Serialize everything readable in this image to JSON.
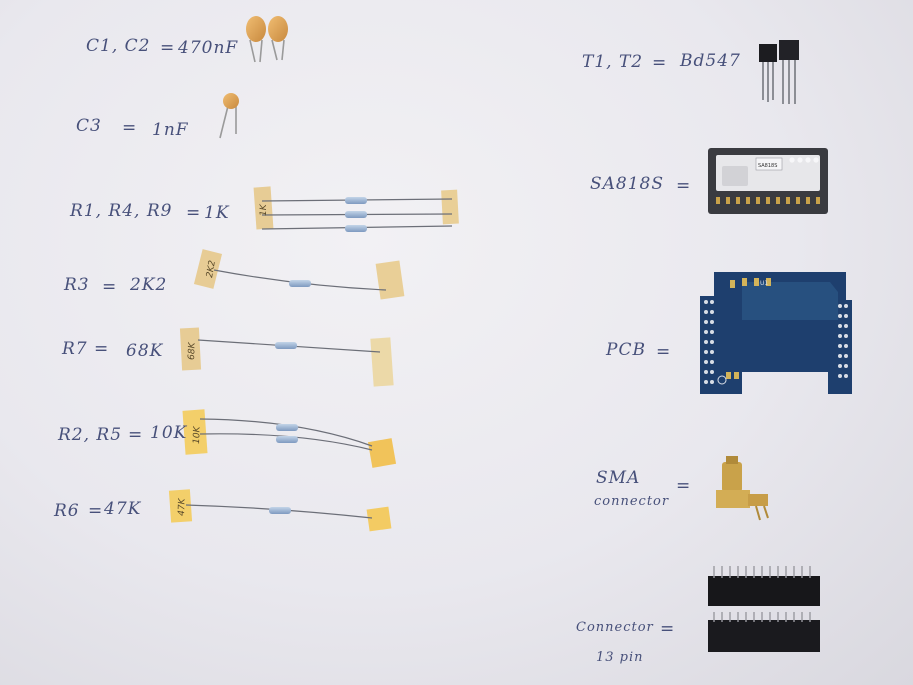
{
  "labels": {
    "c1c2": "C1, C2",
    "c1c2_eq": "=",
    "c1c2_val": "470nF",
    "c3": "C3",
    "c3_eq": "=",
    "c3_val": "1nF",
    "r1r4r9": "R1, R4, R9",
    "r1r4r9_eq": "=",
    "r1r4r9_val": "1K",
    "r3": "R3",
    "r3_eq": "=",
    "r3_val": "2K2",
    "r7": "R7 =",
    "r7_val": "68K",
    "r2r5": "R2, R5",
    "r2r5_eq": "=",
    "r2r5_val": "10K",
    "r6": "R6",
    "r6_eq": "=",
    "r6_val": "47K",
    "t1t2": "T1, T2",
    "t1t2_eq": "=",
    "t1t2_val": "Bd547",
    "sa818s": "SA818S",
    "sa818s_eq": "=",
    "pcb": "PCB",
    "pcb_eq": "=",
    "sma_line1": "SMA",
    "sma_line2": "connector",
    "sma_eq": "=",
    "conn_line1": "Connector",
    "conn_eq": "=",
    "conn_line2": "13 pin"
  },
  "tape_labels": {
    "r1": "1K",
    "r3": "2K2",
    "r7": "68K",
    "r2r5": "10K",
    "r6": "47K"
  },
  "module_text": {
    "sa818s_brand": "SA818S",
    "pcb_ref": "U1"
  },
  "colors": {
    "paper": "#ebeaef",
    "ink": "#47507a",
    "tape": "#e9c98a",
    "tape_yellow": "#f3cf6a",
    "resistor": "#9db7d6",
    "capacitor": "#e1a65a",
    "pcb": "#1e3f6e",
    "module_shield": "#e7e7ea"
  }
}
